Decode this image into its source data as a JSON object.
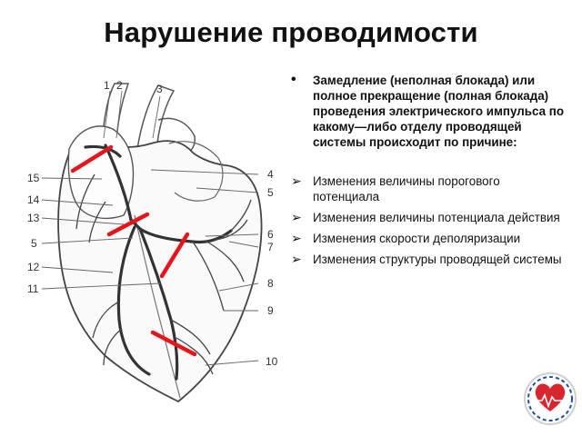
{
  "title": "Нарушение проводимости",
  "intro": {
    "bullet": "•",
    "text": "Замедление (неполная блокада) или полное прекращение (полная блокада) проведения электрического импульса по какому—либо отделу проводящей системы происходит по причине:"
  },
  "causes": [
    {
      "bullet": "➢",
      "text": "Изменения величины порогового потенциала"
    },
    {
      "bullet": "➢",
      "text": "Изменения величины потенциала действия"
    },
    {
      "bullet": "➢",
      "text": "Изменения скорости деполяризации"
    },
    {
      "bullet": "➢",
      "text": "Изменения структуры проводящей системы"
    }
  ],
  "figure": {
    "labels_top": [
      "1",
      "2",
      "3"
    ],
    "labels_right": [
      "4",
      "5",
      "6",
      "7",
      "8",
      "9",
      "10"
    ],
    "labels_left": [
      "15",
      "14",
      "13",
      "5",
      "12",
      "11"
    ]
  },
  "colors": {
    "block_marks": "#e8141c",
    "conduction_paths": "#333333",
    "logo_red": "#d9262e",
    "logo_blue": "#1f4fa0"
  },
  "icons": {
    "heart_diagram": "heart-conduction-system-diagram",
    "logo": "heart-circle-logo"
  }
}
